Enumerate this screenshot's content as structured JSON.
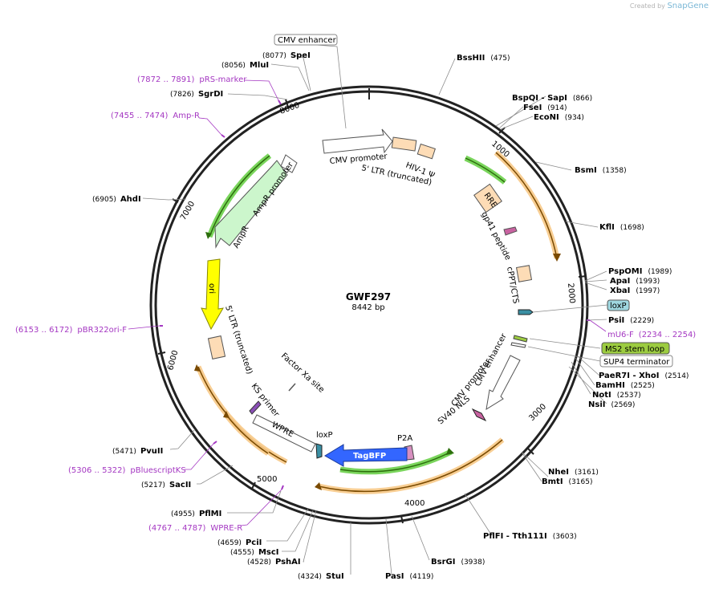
{
  "credit": {
    "prefix": "Created by",
    "brand": "SnapGene"
  },
  "plasmid": {
    "name": "GWF297",
    "length": "8442 bp"
  },
  "ticks": [
    "1000",
    "2000",
    "3000",
    "4000",
    "5000",
    "6000",
    "7000",
    "8000"
  ],
  "sites": [
    {
      "name": "SpeI",
      "pos": "(8077)"
    },
    {
      "name": "MluI",
      "pos": "(8056)"
    },
    {
      "name": "SgrDI",
      "pos": "(7826)"
    },
    {
      "name": "AhdI",
      "pos": "(6905)"
    },
    {
      "name": "PvuII",
      "pos": "(5471)"
    },
    {
      "name": "SacII",
      "pos": "(5217)"
    },
    {
      "name": "PflMI",
      "pos": "(4955)"
    },
    {
      "name": "PciI",
      "pos": "(4659)"
    },
    {
      "name": "MscI",
      "pos": "(4555)"
    },
    {
      "name": "PshAI",
      "pos": "(4528)"
    },
    {
      "name": "StuI",
      "pos": "(4324)"
    },
    {
      "name": "PasI",
      "pos": "(4119)"
    },
    {
      "name": "BsrGI",
      "pos": "(3938)"
    },
    {
      "name": "PflFI - Tth111I",
      "pos": "(3603)"
    },
    {
      "name": "NheI",
      "pos": "(3161)"
    },
    {
      "name": "BmtI",
      "pos": "(3165)"
    },
    {
      "name": "NsiI",
      "pos": "(2569)"
    },
    {
      "name": "NotI",
      "pos": "(2537)"
    },
    {
      "name": "BamHI",
      "pos": "(2525)"
    },
    {
      "name": "PaeR7I - XhoI",
      "pos": "(2514)"
    },
    {
      "name": "PsiI",
      "pos": "(2229)"
    },
    {
      "name": "XbaI",
      "pos": "(1997)"
    },
    {
      "name": "ApaI",
      "pos": "(1993)"
    },
    {
      "name": "PspOMI",
      "pos": "(1989)"
    },
    {
      "name": "KflI",
      "pos": "(1698)"
    },
    {
      "name": "BsmI",
      "pos": "(1358)"
    },
    {
      "name": "EcoNI",
      "pos": "(934)"
    },
    {
      "name": "FseI",
      "pos": "(914)"
    },
    {
      "name": "BspQI - SapI",
      "pos": "(866)"
    },
    {
      "name": "BssHII",
      "pos": "(475)"
    }
  ],
  "primers": [
    {
      "name": "pRS-marker",
      "range": "(7872 .. 7891)"
    },
    {
      "name": "Amp-R",
      "range": "(7455 .. 7474)"
    },
    {
      "name": "pBR322ori-F",
      "range": "(6153 .. 6172)"
    },
    {
      "name": "pBluescriptKS",
      "range": "(5306 .. 5322)"
    },
    {
      "name": "WPRE-R",
      "range": "(4767 .. 4787)"
    },
    {
      "name": "mU6-F",
      "range": "(2234 .. 2254)"
    }
  ],
  "boxed_labels": {
    "cmv_enhancer_top": "CMV enhancer",
    "loxp_right": "loxP",
    "ms2": "MS2 stem loop",
    "sup4": "SUP4 terminator"
  },
  "features": {
    "cmv_promoter_top": "CMV promoter",
    "hiv1": "HIV-1 Ψ",
    "ltr5_top": "5' LTR (truncated)",
    "rre": "RRE",
    "gp41": "gp41 peptide",
    "cppt": "cPPT/CTS",
    "cmv_enh_inner": "CMV enhancer",
    "cmv_prom_inner": "CMV promoter",
    "sv40": "SV40 NLS",
    "p2a": "P2A",
    "tagbfp": "TagBFP",
    "loxp_inner": "loxP",
    "wpre": "WPRE",
    "ks": "KS primer",
    "factor": "Factor Xa site",
    "ltr5_left": "5' LTR (truncated)",
    "ori": "ori",
    "ampr": "AmpR",
    "ampr_prom": "AmpR promoter"
  },
  "colors": {
    "backbone": "#222222",
    "primer": "#a437c2",
    "ori": "#ffff00",
    "ampr": "#ccf6cc",
    "tagbfp": "#3366ff",
    "orf_orange": "#f7c987",
    "orf_green": "#6cd04a",
    "ltr": "#fddcb6",
    "ms2": "#9ccc40",
    "loxp": "#9fd7e0"
  }
}
